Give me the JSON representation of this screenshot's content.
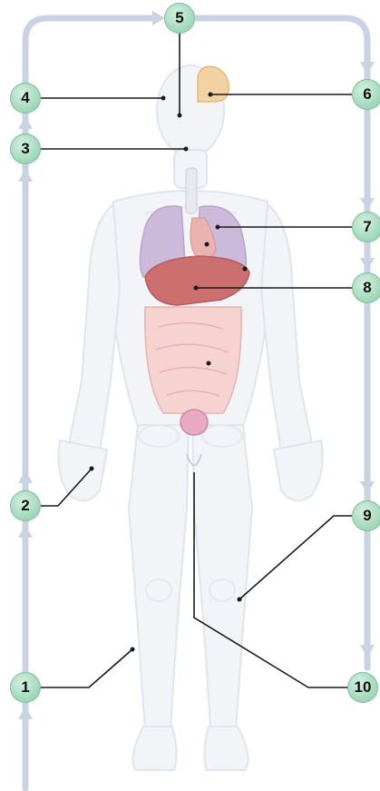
{
  "colors": {
    "flow_arrow": "#c9d3e6",
    "badge_fill": "#a9dcc0",
    "badge_border": "#7fbd9b",
    "leader_line": "#1a1a1a",
    "body_outline": "#dfe5ee",
    "lungs": "#c9b8d8",
    "liver": "#c96c6c",
    "intestines": "#f3c9c6",
    "bladder": "#e6a6c0"
  },
  "labels": [
    {
      "number": "1"
    },
    {
      "number": "2"
    },
    {
      "number": "3"
    },
    {
      "number": "4"
    },
    {
      "number": "5"
    },
    {
      "number": "6"
    },
    {
      "number": "7"
    },
    {
      "number": "8"
    },
    {
      "number": "9"
    },
    {
      "number": "10"
    }
  ]
}
